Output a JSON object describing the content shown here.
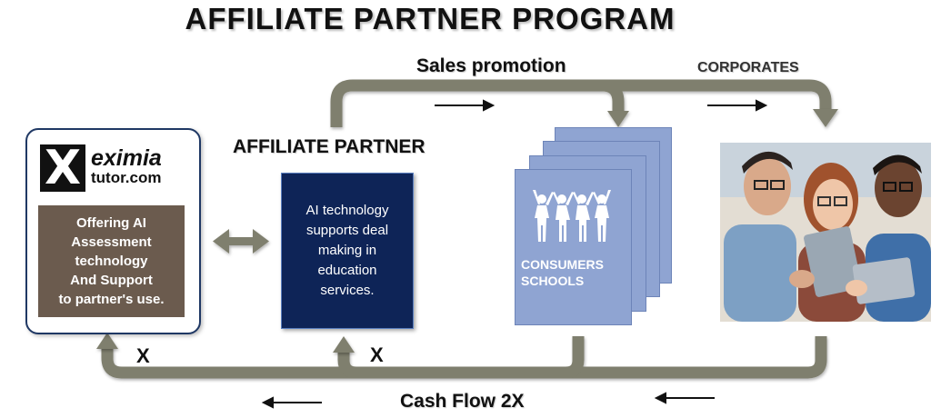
{
  "title": "AFFILIATE PARTNER PROGRAM",
  "labels": {
    "sales_promotion": "Sales promotion",
    "corporates": "CORPORATES",
    "affiliate_partner": "AFFILIATE PARTNER",
    "cash_flow": "Cash Flow 2X",
    "x_left": "X",
    "x_right": "X"
  },
  "eximia": {
    "logo_mark": "X",
    "logo_line1": "eximia",
    "logo_line2": "tutor.com",
    "offer_text": "Offering AI\nAssessment\ntechnology\nAnd Support\nto partner's use."
  },
  "affiliate_box": {
    "text": "AI technology\nsupports deal\nmaking in\neducation\nservices."
  },
  "consumers": {
    "text": "CONSUMERS\nSCHOOLS",
    "icon": "people-group-icon"
  },
  "photo": {
    "icon": "people-with-tablets-photo"
  },
  "colors": {
    "flow": "#7f7f6e",
    "box_brown": "#6b5b4e",
    "box_navy": "#0e2457",
    "sheets": "#8fa4d2",
    "border": "#1f3864"
  }
}
